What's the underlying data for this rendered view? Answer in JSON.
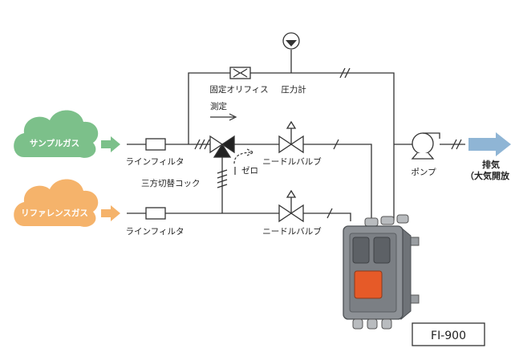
{
  "labels": {
    "sample_gas": "サンプルガス",
    "reference_gas": "リファレンスガス",
    "line_filter_top": "ラインフィルタ",
    "line_filter_bottom": "ラインフィルタ",
    "fixed_orifice": "固定オリフィス",
    "pressure_gauge": "圧力計",
    "measure": "測定",
    "zero": "ゼロ",
    "three_way_valve": "三方切替コック",
    "needle_valve_top": "ニードルバルブ",
    "needle_valve_bottom": "ニードルバルブ",
    "pump": "ポンプ",
    "exhaust_line1": "排気",
    "exhaust_line2": "（大気開放",
    "model": "FI-900"
  },
  "colors": {
    "sample_cloud": "#7cc08a",
    "reference_cloud": "#f5b36b",
    "exhaust_arrow": "#8fb5d5",
    "analyzer_body": "#8d9196",
    "analyzer_window": "#e65a28",
    "line": "#333333"
  },
  "icons": [
    "cloud-icon",
    "arrow-right-icon",
    "filter-icon",
    "orifice-icon",
    "pressure-gauge-icon",
    "three-way-valve-icon",
    "needle-valve-icon",
    "pump-icon",
    "analyzer-icon"
  ]
}
